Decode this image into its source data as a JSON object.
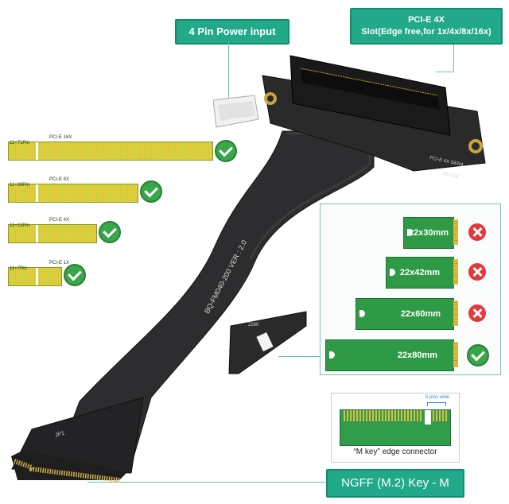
{
  "callouts": {
    "power": "4 Pin Power input",
    "slot_line1": "PCI-E 4X",
    "slot_line2": "Slot(Edge free,for 1x/4x/8x/16x)",
    "ngff": "NGFF (M.2) Key - M"
  },
  "riser": {
    "cable_text": "BQ-FM040-200  VER : 2.0",
    "board_label": "PCI-E 4X GEN4",
    "board_code": "ZS-L14",
    "m2_label": "JP1",
    "m2_lengths": "2280"
  },
  "pcie_cards": [
    {
      "pin": "11+71Pin",
      "label": "PCI-E 16X",
      "compatible": true
    },
    {
      "pin": "11+39Pin",
      "label": "PCI-E 8X",
      "compatible": true
    },
    {
      "pin": "11+21Pin",
      "label": "PCI-E 4X",
      "compatible": true
    },
    {
      "pin": "11+7Pin",
      "label": "PCI-E 1X",
      "compatible": true
    }
  ],
  "ssd_sizes": [
    {
      "label": "22x30mm",
      "compatible": false
    },
    {
      "label": "22x42mm",
      "compatible": false
    },
    {
      "label": "22x60mm",
      "compatible": false
    },
    {
      "label": "22x80mm",
      "compatible": true
    }
  ],
  "connector_diagram": {
    "pins_label": "5 pins wide",
    "caption": "“M key” edge connector"
  },
  "colors": {
    "callout_bg": "#21a98a",
    "check": "#3aa64a",
    "cross": "#e5383b",
    "ssd_pcb": "#2f9a46"
  }
}
